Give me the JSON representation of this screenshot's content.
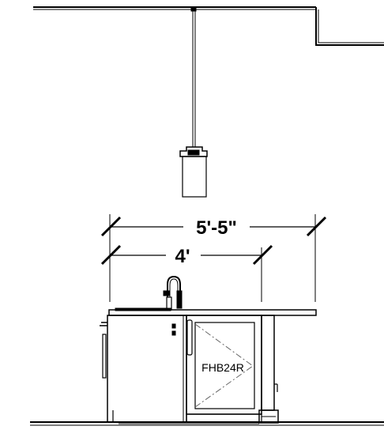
{
  "dimensions": {
    "overall": "5'-5\"",
    "inner": "4'"
  },
  "appliance": {
    "model": "FHB24R"
  }
}
